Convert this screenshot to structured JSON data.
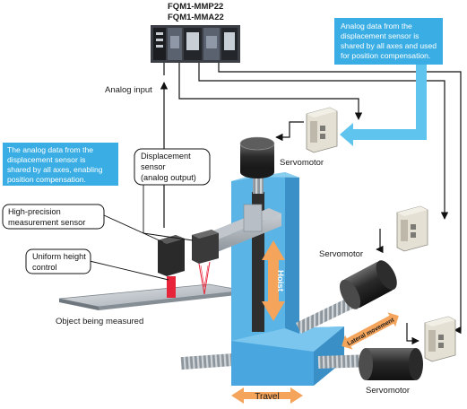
{
  "controller": {
    "model_line1": "FQM1-MMP22",
    "model_line2": "FQM1-MMA22"
  },
  "labels": {
    "analog_input": "Analog input",
    "object": "Object being measured",
    "servomotor_top": "Servomotor",
    "servomotor_mid": "Servomotor",
    "servomotor_bottom": "Servomotor"
  },
  "callouts": {
    "right": {
      "line1": "Analog data from the",
      "line2": "displacement sensor is",
      "line3": "shared by all axes and used",
      "line4": "for position compensation."
    },
    "left": {
      "line1": "The analog data from the",
      "line2": "displacement sensor is",
      "line3": "shared by all axes, enabling",
      "line4": "position compensation."
    }
  },
  "boxes": {
    "displacement": {
      "line1": "Displacement",
      "line2": "sensor",
      "line3": "(analog output)"
    },
    "precision": {
      "line1": "High-precision",
      "line2": "measurement sensor"
    },
    "uniform": {
      "line1": "Uniform height",
      "line2": "control"
    }
  },
  "axes": {
    "hoist": "Hoist",
    "lateral": "Lateral movement",
    "travel": "Travel"
  },
  "colors": {
    "callout_bg": "#3aaee4",
    "callout_arrow": "#5fc4ee",
    "gantry_blue": "#5ab4e6",
    "axis_arrow": "#f4a45b",
    "laser": "#e8243a"
  }
}
